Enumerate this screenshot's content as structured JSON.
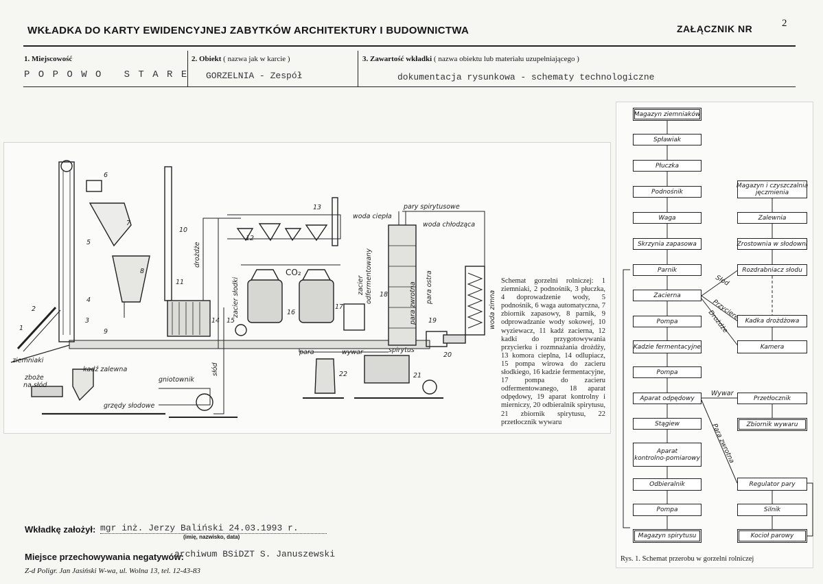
{
  "header": {
    "title": "WKŁADKA DO KARTY EWIDENCYJNEJ ZABYTKÓW ARCHITEKTURY I BUDOWNICTWA",
    "annex_label": "ZAŁĄCZNIK NR",
    "annex_number": "2"
  },
  "fields": {
    "locality_label": "1. Miejscowość",
    "locality_value": "P O P O W O   S T A R E",
    "object_label": "2. Obiekt",
    "object_note": "( nazwa jak w karcie )",
    "object_value": "GORZELNIA - Zespół",
    "content_label": "3. Zawartość wkładki",
    "content_note": "( nazwa obiektu lub materiału uzupełniającego )",
    "content_value": "dokumentacja rysunkowa - schematy technologiczne"
  },
  "diagram": {
    "labels": {
      "ziemniaki": "ziemniaki",
      "zboze": "zboże",
      "na_slod": "na słód",
      "kadz_zalewna": "kadź zalewna",
      "gniotownik": "gniotownik",
      "grzedy": "grzędy słodowe",
      "slod": "słód",
      "drozdze": "drożdże",
      "zacier_slodki": "zacier słodki",
      "co2": "CO₂",
      "zacier_odferm_1": "zacier",
      "zacier_odferm_2": "odfermentowany",
      "pary_spirytusowe": "pary spirytusowe",
      "woda_ciepla": "woda ciepła",
      "woda_chlodzaca": "woda chłodząca",
      "para_zwrotna_1": "para zwrotna",
      "para_zwrotna_2": "para ostra",
      "woda_zimna": "woda zimna",
      "para": "para",
      "wywar": "wywar",
      "spirytus": "spirytus"
    },
    "numbers": [
      "1",
      "2",
      "3",
      "4",
      "5",
      "6",
      "7",
      "8",
      "9",
      "10",
      "11",
      "12",
      "13",
      "14",
      "15",
      "16",
      "17",
      "18",
      "19",
      "20",
      "21",
      "22"
    ]
  },
  "legend_text": "Schemat gorzelni rolniczej: 1 ziemniaki, 2 podnośnik, 3 płuczka, 4 doprowadzenie wody, 5 podnośnik, 6 waga automatyczna, 7 zbiornik zapasowy, 8 parnik, 9 odprowadzanie wody sokowej, 10 wyziewacz, 11 kadź zacierna, 12 kadki do przygotowywania przycierku i rozmnażania drożdży, 13 komora cieplna, 14 odlupiacz, 15 pompa wirowa do zacieru słodkiego, 16 kadzie fermentacyjne, 17 pompa do zacieru odfermentowanego, 18 aparat odpędowy, 19 aparat kontrolny i mierniczy, 20 odbieralnik spirytusu, 21 zbiornik spirytusu, 22 przetłocznik wywaru",
  "flowchart": {
    "main": [
      "Magazyn ziemniaków",
      "Spławiak",
      "Płuczka",
      "Podnośnik",
      "Waga",
      "Skrzynia zapasowa",
      "Parnik",
      "Zacierna",
      "Pompa",
      "Kadzie fermentacyjne",
      "Pompa",
      "Aparat odpędowy",
      "Stągiew",
      "Aparat",
      "kontrolno-pomiarowy",
      "Odbieralnik",
      "Pompa",
      "Magazyn spirytusu"
    ],
    "side": [
      "Magazyn i czyszczalnia",
      "jęczmienia",
      "Zalewnia",
      "Zrostownia w słodowni",
      "Rozdrabniacz słodu",
      "Kadka drożdżowa",
      "Kamera"
    ],
    "right": [
      "Przetłocznik",
      "Zbiornik wywaru",
      "Regulator pary",
      "Silnik",
      "Kocioł parowy"
    ],
    "edge_labels": [
      "Słód",
      "Przycierek",
      "Drożdże",
      "Wywar",
      "Para zwrotna"
    ],
    "caption": "Rys. 1. Schemat przerobu w gorzelni rolniczej"
  },
  "footer": {
    "founder_label": "Wkładkę założył:",
    "founder_value": "mgr inż. Jerzy Baliński 24.03.1993 r.",
    "founder_sub": "(imię, nazwisko, data)",
    "storage_label": "Miejsce przechowywania negatywów:",
    "storage_value": "archiwum BSiDZT S. Januszewski",
    "printer": "Z-d Poligr. Jan Jasiński W-wa, ul. Wolna 13, tel. 12-43-83"
  }
}
